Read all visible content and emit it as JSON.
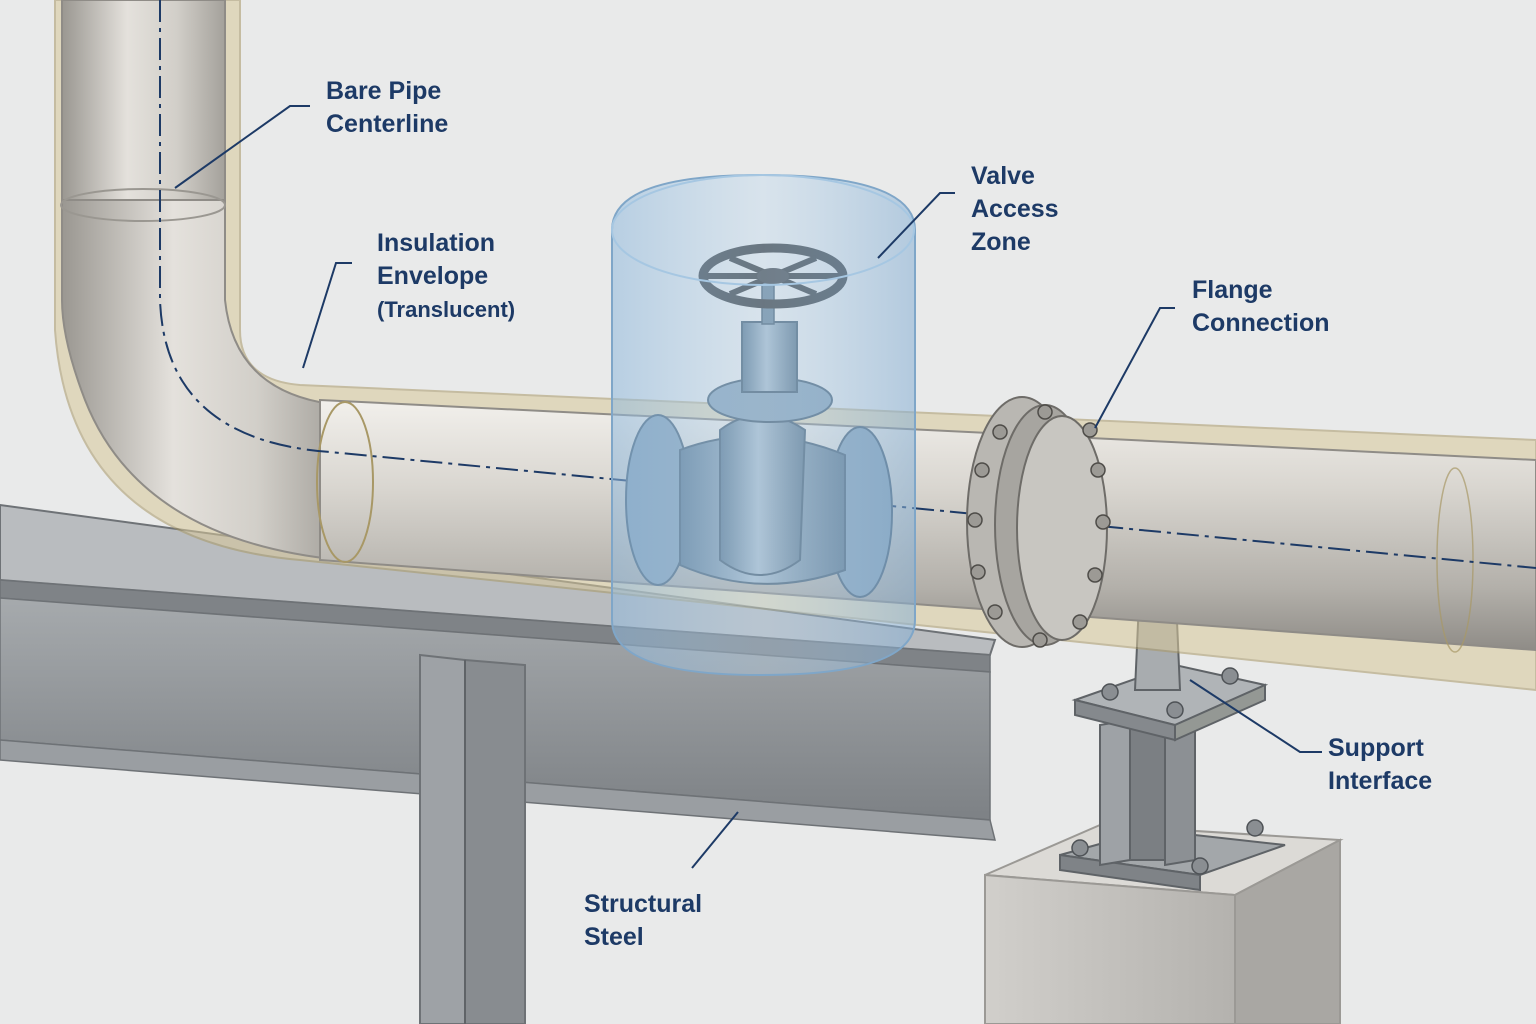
{
  "labels": {
    "bare_pipe": {
      "line1": "Bare Pipe",
      "line2": "Centerline"
    },
    "insulation": {
      "line1": "Insulation",
      "line2": "Envelope",
      "line3": "(Translucent)"
    },
    "valve_zone": {
      "line1": "Valve",
      "line2": "Access",
      "line3": "Zone"
    },
    "flange": {
      "line1": "Flange",
      "line2": "Connection"
    },
    "support": {
      "line1": "Support",
      "line2": "Interface"
    },
    "steel": {
      "line1": "Structural",
      "line2": "Steel"
    }
  },
  "colors": {
    "label_text": "#1d3a66",
    "leader_line": "#1d3a66",
    "pipe_metal": "#c9c6bf",
    "insulation": "#d8c89a",
    "valve": "#7e98ad",
    "access_zone": "#9cc3e4",
    "steel": "#8d9195",
    "concrete": "#c6c4c0",
    "background": "#e9eaea"
  }
}
